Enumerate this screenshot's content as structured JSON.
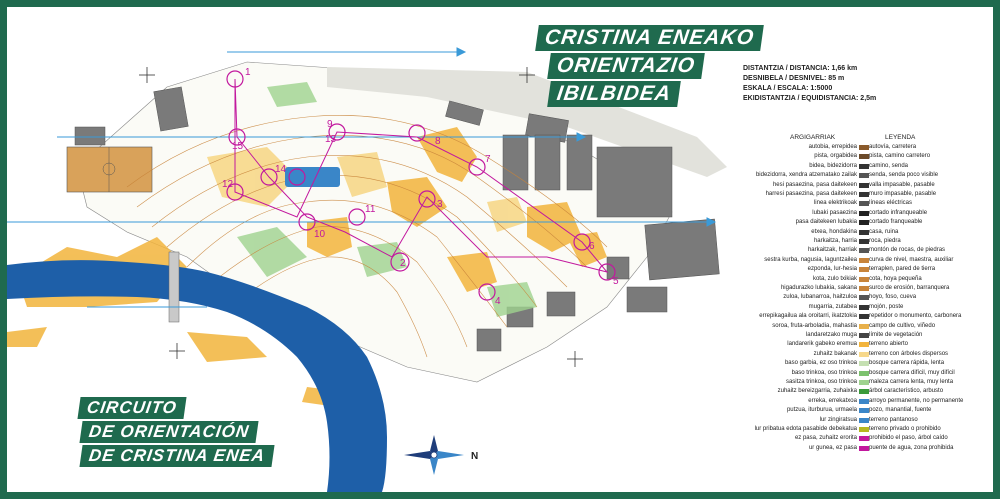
{
  "title_eu": [
    "CRISTINA ENEAKO",
    "ORIENTAZIO",
    "IBILBIDEA"
  ],
  "title_es": [
    "CIRCUITO",
    "DE ORIENTACIÓN",
    "DE CRISTINA ENEA"
  ],
  "info": [
    "DISTANTZIA / DISTANCIA: 1,66 km",
    "DESNIBELA / DESNIVEL: 85 m",
    "ESKALA / ESCALA: 1:5000",
    "EKIDISTANTZIA / EQUIDISTANCIA: 2,5m"
  ],
  "legend_header": {
    "eu": "ARGIGARRIAK",
    "es": "LEYENDA"
  },
  "legend": [
    {
      "eu": "autobia, errepidea",
      "es": "autovía, carretera",
      "color": "#8a5a2b"
    },
    {
      "eu": "pista, orgabidea",
      "es": "pista, camino carretero",
      "color": "#6b4a2a"
    },
    {
      "eu": "bidea, bidezidorra",
      "es": "camino, senda",
      "color": "#333333"
    },
    {
      "eu": "bidezidorra, xendra atzematako zailak",
      "es": "senda, senda poco visible",
      "color": "#555555"
    },
    {
      "eu": "hesi pasaezina, pasa daitekeen",
      "es": "valla impasable, pasable",
      "color": "#333333"
    },
    {
      "eu": "harresi pasaezina, pasa daitekeen",
      "es": "muro impasable, pasable",
      "color": "#333333"
    },
    {
      "eu": "linea elektrikoak",
      "es": "líneas eléctricas",
      "color": "#555555"
    },
    {
      "eu": "lubaki pasaezina",
      "es": "cortado infranqueable",
      "color": "#222222"
    },
    {
      "eu": "pasa daitekeen lubakia",
      "es": "cortado franqueable",
      "color": "#222222"
    },
    {
      "eu": "etxea, hondakina",
      "es": "casa, ruina",
      "color": "#333333"
    },
    {
      "eu": "harkaitza, harria",
      "es": "roca, piedra",
      "color": "#333333"
    },
    {
      "eu": "harkaitzak, harriak",
      "es": "montón de rocas, de piedras",
      "color": "#555555"
    },
    {
      "eu": "sestra kurba, nagusia, laguntzailea",
      "es": "curva de nivel, maestra, auxiliar",
      "color": "#c8843a"
    },
    {
      "eu": "ezponda, lur-hesia",
      "es": "terraplen, pared de tierra",
      "color": "#c8843a"
    },
    {
      "eu": "kota, zulo txikiak",
      "es": "cota, hoya pequeña",
      "color": "#c8843a"
    },
    {
      "eu": "higadurazko lubakia, sakana",
      "es": "surco de erosión, barranquera",
      "color": "#c8843a"
    },
    {
      "eu": "zuloa, lubanarroa, haitzuloa",
      "es": "hoyo, foso, cueva",
      "color": "#555555"
    },
    {
      "eu": "mugarria, zutabea",
      "es": "mojón, poste",
      "color": "#333333"
    },
    {
      "eu": "errepikagailua ala oroitarri, ikatztokia",
      "es": "repetidor o monumento, carbonera",
      "color": "#333333"
    },
    {
      "eu": "soroa, fruta-arboladia, mahastia",
      "es": "campo de cultivo, viñedo",
      "color": "#e8b04a"
    },
    {
      "eu": "landaretzako muga",
      "es": "límite de vegetación",
      "color": "#444444"
    },
    {
      "eu": "landarerik gabeko eremua",
      "es": "terreno abierto",
      "color": "#f2b43c"
    },
    {
      "eu": "zuhaitz bakanak",
      "es": "terreno con árboles dispersos",
      "color": "#f7d88a"
    },
    {
      "eu": "baso garbia, ez oso trinkoa",
      "es": "bosque carrera rápida, lenta",
      "color": "#c5e0b2"
    },
    {
      "eu": "baso trinkoa, oso trinkoa",
      "es": "bosque carrera difícil, muy difícil",
      "color": "#7cc26e"
    },
    {
      "eu": "sasitza trinkoa, oso trinkoa",
      "es": "maleza carrera lenta, muy lenta",
      "color": "#9fd38f"
    },
    {
      "eu": "zuhaitz bereizgarria, zuhaixka",
      "es": "árbol característico, arbusto",
      "color": "#3a9a3a"
    },
    {
      "eu": "erreka, errekatxoa",
      "es": "arroyo permanente, no permanente",
      "color": "#3a86c8"
    },
    {
      "eu": "putzua, iturburua, urmaela",
      "es": "pozo, manantial, fuente",
      "color": "#3a86c8"
    },
    {
      "eu": "lur zingiratsua",
      "es": "terreno pantanoso",
      "color": "#3a86c8"
    },
    {
      "eu": "lur pribatua edota pasabide debekatua",
      "es": "terreno privado o prohibido",
      "color": "#b5b820"
    },
    {
      "eu": "ez pasa, zuhaitz erorita",
      "es": "prohibido el paso, árbol caído",
      "color": "#c2189e"
    },
    {
      "eu": "ur gunea, ez pasa",
      "es": "puente de agua, zona prohibida",
      "color": "#c2189e"
    }
  ],
  "controls": [
    "1",
    "2",
    "3",
    "4",
    "5",
    "6",
    "7",
    "8",
    "9",
    "10",
    "11",
    "12",
    "13",
    "14",
    "15"
  ],
  "compass_label": "N",
  "colors": {
    "frame": "#1f6a4e",
    "river": "#1e5fa8",
    "course": "#c2189e",
    "meridian": "#3a9ad8"
  }
}
